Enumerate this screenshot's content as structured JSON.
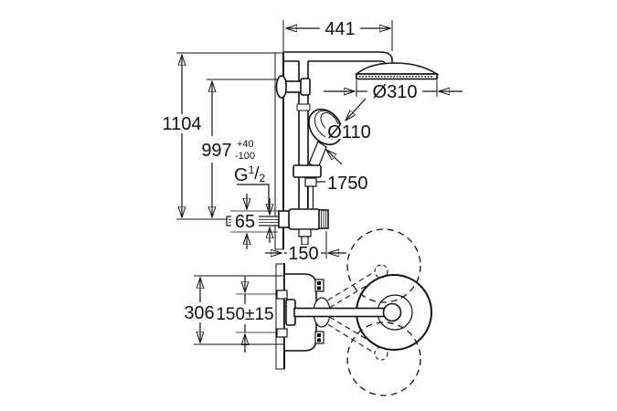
{
  "page": {
    "background": "#ffffff",
    "line_color": "#111111"
  },
  "drawing": {
    "kind": "shower-system-dimensional-drawing",
    "views": [
      "side-elevation",
      "top-plan"
    ]
  },
  "labels": {
    "arm_projection": "441",
    "head_diameter": "Ø310",
    "handshower_diameter": "Ø110",
    "hose_length": "1750",
    "total_height": "1104",
    "rail_height": "997",
    "rail_tol_plus": "+40",
    "rail_tol_minus": "-100",
    "thread_letter": "G",
    "thread_num": "1",
    "thread_slash": "/",
    "thread_den": "2",
    "outlet_offset": "65",
    "wall_distance": "150",
    "swivel_depth": "306",
    "connection_spacing": "150±15"
  }
}
